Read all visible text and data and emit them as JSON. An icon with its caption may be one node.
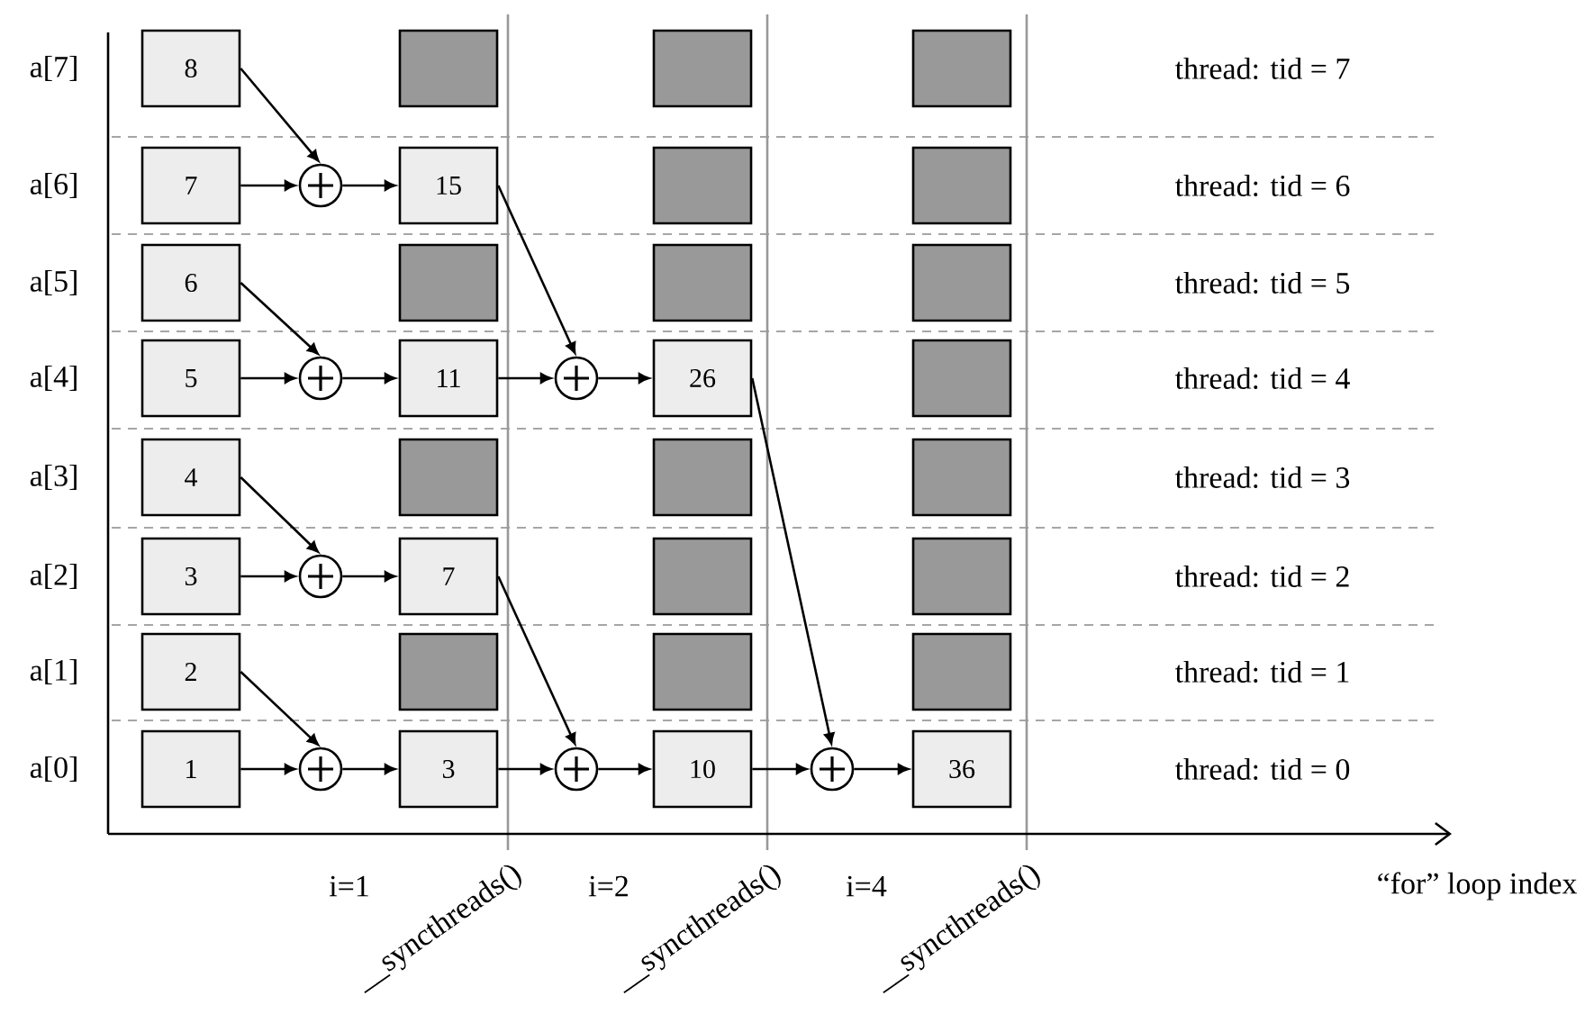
{
  "diagram": {
    "nodes": [
      {
        "text": [
          "8"
        ]
      },
      {
        "text": [],
        "shape": "box"
      },
      {
        "text": [],
        "shape": "box"
      },
      {
        "text": [],
        "shape": "box"
      },
      {
        "text": [
          "7"
        ]
      },
      {
        "text": [],
        "shape": "circle"
      },
      {
        "text": [
          "15"
        ]
      },
      {
        "text": [],
        "shape": "box"
      },
      {
        "text": [],
        "shape": "box"
      },
      {
        "text": [
          "6"
        ]
      },
      {
        "text": [],
        "shape": "box"
      },
      {
        "text": [],
        "shape": "box"
      },
      {
        "text": [],
        "shape": "box"
      },
      {
        "text": [
          "5"
        ]
      },
      {
        "text": [],
        "shape": "circle"
      },
      {
        "text": [
          "11"
        ]
      },
      {
        "text": [],
        "shape": "circle"
      },
      {
        "text": [
          "26"
        ]
      },
      {
        "text": [],
        "shape": "box"
      },
      {
        "text": [
          "4"
        ]
      },
      {
        "text": [],
        "shape": "box"
      },
      {
        "text": [],
        "shape": "box"
      },
      {
        "text": [],
        "shape": "box"
      },
      {
        "text": [
          "3"
        ]
      },
      {
        "text": [],
        "shape": "circle"
      },
      {
        "text": [
          "7"
        ]
      },
      {
        "text": [],
        "shape": "box"
      },
      {
        "text": [],
        "shape": "box"
      },
      {
        "text": [
          "2"
        ]
      },
      {
        "text": [],
        "shape": "box"
      },
      {
        "text": [],
        "shape": "box"
      },
      {
        "text": [],
        "shape": "box"
      },
      {
        "text": [
          "1"
        ]
      },
      {
        "text": [],
        "shape": "circle"
      },
      {
        "text": [
          "3"
        ]
      },
      {
        "text": [],
        "shape": "circle"
      },
      {
        "text": [
          "10"
        ]
      },
      {
        "text": [],
        "shape": "circle"
      },
      {
        "text": [
          "36"
        ]
      }
    ],
    "edges": [
      {
        "from": 0,
        "to": 5,
        "arrow": "to"
      },
      {
        "from": 4,
        "to": 5,
        "arrow": "to"
      },
      {
        "from": 5,
        "to": 6,
        "arrow": "to"
      },
      {
        "from": 9,
        "to": 14,
        "arrow": "to"
      },
      {
        "from": 13,
        "to": 14,
        "arrow": "to"
      },
      {
        "from": 14,
        "to": 15,
        "arrow": "to"
      },
      {
        "from": 6,
        "to": 16,
        "arrow": "to"
      },
      {
        "from": 15,
        "to": 16,
        "arrow": "to"
      },
      {
        "from": 16,
        "to": 17,
        "arrow": "to"
      },
      {
        "from": 19,
        "to": 24,
        "arrow": "to"
      },
      {
        "from": 23,
        "to": 24,
        "arrow": "to"
      },
      {
        "from": 24,
        "to": 25,
        "arrow": "to"
      },
      {
        "from": 28,
        "to": 33,
        "arrow": "to"
      },
      {
        "from": 32,
        "to": 33,
        "arrow": "to"
      },
      {
        "from": 33,
        "to": 34,
        "arrow": "to"
      },
      {
        "from": 25,
        "to": 35,
        "arrow": "to"
      },
      {
        "from": 34,
        "to": 35,
        "arrow": "to"
      },
      {
        "from": 35,
        "to": 36,
        "arrow": "to"
      },
      {
        "from": 17,
        "to": 37,
        "arrow": "to"
      },
      {
        "from": 36,
        "to": 37,
        "arrow": "to"
      },
      {
        "from": 37,
        "to": 38,
        "arrow": "to"
      }
    ],
    "labels": [
      "a[7]",
      "thread: tid = 7",
      "a[6]",
      "thread: tid = 6",
      "a[5]",
      "thread: tid = 5",
      "a[4]",
      "thread: tid = 4",
      "a[3]",
      "thread: tid = 3",
      "a[2]",
      "thread: tid = 2",
      "a[1]",
      "thread: tid = 1",
      "a[0]",
      "thread: tid = 0",
      "i=1",
      "__syncthreads()",
      "i=2",
      "__syncthreads()",
      "i=4",
      "__syncthreads()",
      "“for” loop index"
    ]
  }
}
